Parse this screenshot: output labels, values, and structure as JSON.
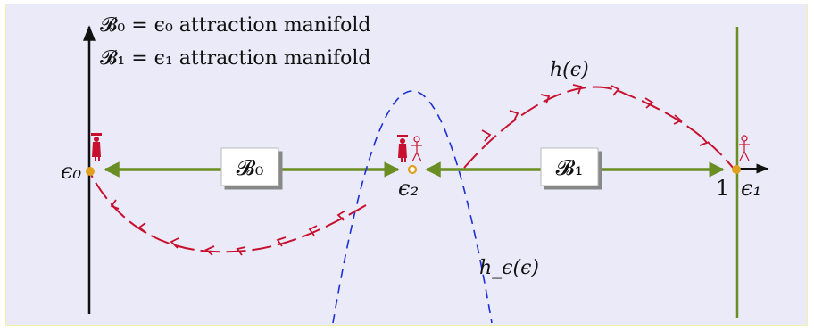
{
  "legend": {
    "line1": "𝓑₀ = ϵ₀ attraction manifold",
    "line2": "𝓑₁ = ϵ₁ attraction manifold"
  },
  "labels": {
    "eps0": "ϵ₀",
    "eps2": "ϵ₂",
    "one": "1",
    "eps1": "ϵ₁",
    "h_curve": "h(ϵ)",
    "h_eps_curve": "h_ϵ(ϵ)"
  },
  "boxes": {
    "B0": "𝓑₀",
    "B1": "𝓑₁"
  },
  "colors": {
    "panel_bg": "#eaeaf8",
    "green": "#6b8e23",
    "red_curve": "#c8102e",
    "blue_curve": "#1a2fd6",
    "dot": "#e0a020"
  }
}
